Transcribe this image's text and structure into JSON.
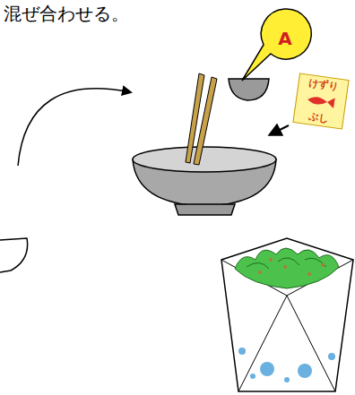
{
  "diagram": {
    "nodes": [
      {
        "text": [
          "A"
        ]
      },
      {
        "text": [
          "けずり",
          "ぶし"
        ]
      }
    ],
    "labels": [
      "混ぜ合わせる。"
    ]
  }
}
